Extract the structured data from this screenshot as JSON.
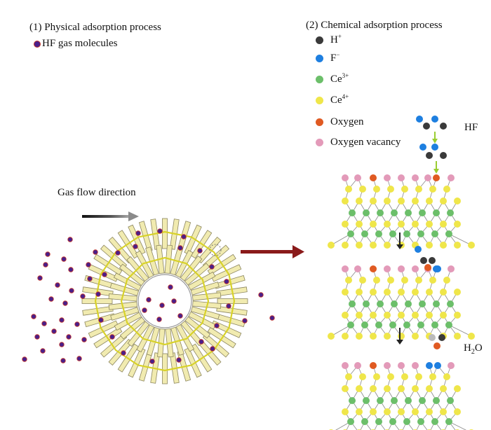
{
  "left": {
    "title": "(1) Physical adsorption process",
    "legend_label": "HF gas molecules",
    "flow_label": "Gas flow direction"
  },
  "right": {
    "title": "(2) Chemical adsorption process",
    "legend": [
      {
        "base": "H",
        "sup": "+",
        "color": "#3a3a3a"
      },
      {
        "base": "F",
        "sup": "−",
        "color": "#1e7fe0"
      },
      {
        "base": "Ce",
        "sup": "3+",
        "color": "#6cbf6a"
      },
      {
        "base": "Ce",
        "sup": "4+",
        "color": "#efe64a"
      },
      {
        "base": "Oxygen",
        "sup": "",
        "color": "#e05a22"
      },
      {
        "base": "Oxygen vacancy",
        "sup": "",
        "color": "#e39ab9"
      }
    ],
    "hf_label": "HF",
    "h2o_label": {
      "base": "H",
      "sub": "2",
      "rest": "O"
    }
  },
  "colors": {
    "hf_molecule": "#4a1f8a",
    "hf_molecule_edge": "#c3342a",
    "rod_fill": "#f1ebb0",
    "rod_stroke": "#8c8660",
    "ring_yellow": "#d8d22a",
    "big_arrow": "#8a1a1a",
    "green_arrow": "#9acd32"
  }
}
